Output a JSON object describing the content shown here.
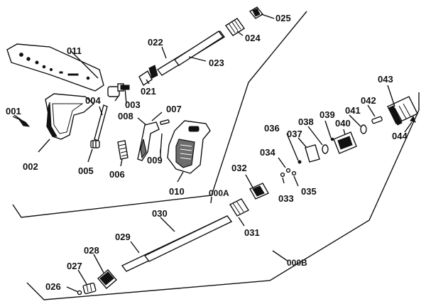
{
  "labels": {
    "p001": "001",
    "p002": "002",
    "p003": "003",
    "p004": "004",
    "p005": "005",
    "p006": "006",
    "p007": "007",
    "p008": "008",
    "p009": "009",
    "p010": "010",
    "p011": "011",
    "p021": "021",
    "p022": "022",
    "p023": "023",
    "p024": "024",
    "p025": "025",
    "p026": "026",
    "p027": "027",
    "p028": "028",
    "p029": "029",
    "p030": "030",
    "p031": "031",
    "p032": "032",
    "p033": "033",
    "p034": "034",
    "p035": "035",
    "p036": "036",
    "p037": "037",
    "p038": "038",
    "p039": "039",
    "p040": "040",
    "p041": "041",
    "p042": "042",
    "p043": "043",
    "p044": "044",
    "a000": "000A",
    "b000": "000B"
  }
}
